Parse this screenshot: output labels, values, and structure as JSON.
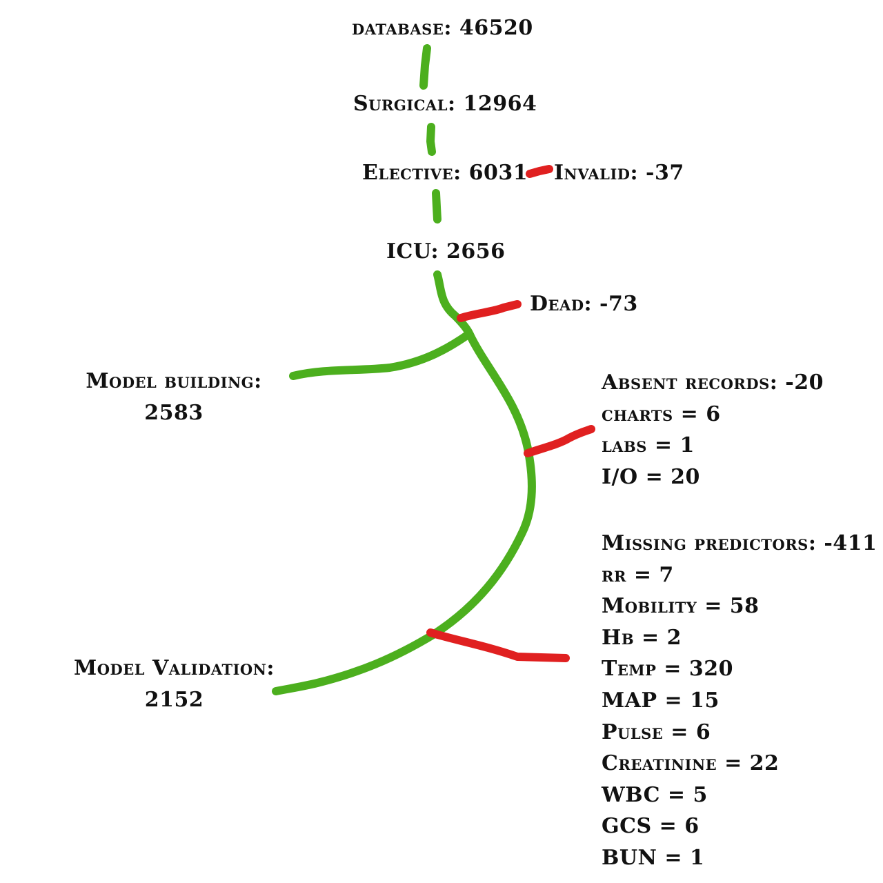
{
  "nodes": {
    "database": "database: 46520",
    "surgical": "Surgical: 12964",
    "elective": "Elective: 6031",
    "invalid": "Invalid: -37",
    "icu": "ICU: 2656",
    "dead": "Dead: -73",
    "model_building": {
      "line1": "Model building:",
      "line2": "2583"
    },
    "model_validation": {
      "line1": "Model Validation:",
      "line2": "2152"
    }
  },
  "absent_records": {
    "title": "Absent records: -20",
    "items": [
      "charts = 6",
      "labs = 1",
      "I/O = 20"
    ]
  },
  "missing_predictors": {
    "title": "Missing predictors: -411",
    "items": [
      "rr = 7",
      "Mobility = 58",
      "Hb = 2",
      "Temp = 320",
      "MAP = 15",
      "Pulse = 6",
      "Creatinine = 22",
      "WBC = 5",
      "GCS = 6",
      "BUN = 1"
    ]
  },
  "colors": {
    "included_path": "#4caf1e",
    "excluded_path": "#e02020",
    "text": "#111111"
  }
}
